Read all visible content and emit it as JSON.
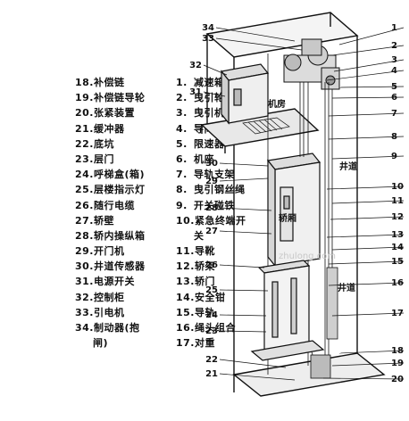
{
  "legend": {
    "left": [
      {
        "num": "18.",
        "text": "补偿链"
      },
      {
        "num": "19.",
        "text": "补偿链导轮"
      },
      {
        "num": "20.",
        "text": "张紧装置"
      },
      {
        "num": "21.",
        "text": "缓冲器"
      },
      {
        "num": "22.",
        "text": "底坑"
      },
      {
        "num": "23.",
        "text": "层门"
      },
      {
        "num": "24.",
        "text": "呼梯盒(箱)"
      },
      {
        "num": "25.",
        "text": "层楼指示灯"
      },
      {
        "num": "26.",
        "text": "随行电缆"
      },
      {
        "num": "27.",
        "text": "轿壁"
      },
      {
        "num": "28.",
        "text": "轿内操纵箱"
      },
      {
        "num": "29.",
        "text": "开门机"
      },
      {
        "num": "30.",
        "text": "井道传感器"
      },
      {
        "num": "31.",
        "text": "电源开关"
      },
      {
        "num": "32.",
        "text": "控制柜"
      },
      {
        "num": "33.",
        "text": "引电机"
      },
      {
        "num": "34.",
        "text": "制动器(抱"
      },
      {
        "num": "",
        "text": "闸)"
      }
    ],
    "right": [
      {
        "num": "1.",
        "text": "减速箱"
      },
      {
        "num": "2.",
        "text": "曳引轮"
      },
      {
        "num": "3.",
        "text": "曳引机底座"
      },
      {
        "num": "4.",
        "text": "导向轮"
      },
      {
        "num": "5.",
        "text": "限速器"
      },
      {
        "num": "6.",
        "text": "机座"
      },
      {
        "num": "7.",
        "text": "导轨支架"
      },
      {
        "num": "8.",
        "text": "曳引钢丝绳"
      },
      {
        "num": "9.",
        "text": "开关碰铁"
      },
      {
        "num": "10.",
        "text": "紧急终端开"
      },
      {
        "num": "",
        "text": "关"
      },
      {
        "num": "11.",
        "text": "导靴"
      },
      {
        "num": "12.",
        "text": "轿架"
      },
      {
        "num": "13.",
        "text": "轿门"
      },
      {
        "num": "14.",
        "text": "安全钳"
      },
      {
        "num": "15.",
        "text": "导轨"
      },
      {
        "num": "16.",
        "text": "绳头组合"
      },
      {
        "num": "17.",
        "text": "对重"
      }
    ]
  },
  "annotations": {
    "machine_room": "机房",
    "shaft_upper": "井道",
    "shaft_lower": "井道",
    "car": "轿厢",
    "watermark": "zhulong.com"
  },
  "callouts": {
    "right": [
      "1",
      "2",
      "3",
      "4",
      "5",
      "6",
      "7",
      "8",
      "9",
      "10",
      "11",
      "12",
      "13",
      "14",
      "15",
      "16",
      "17",
      "18",
      "19",
      "20"
    ],
    "top": [
      "34",
      "33"
    ],
    "left": [
      "32",
      "31",
      "30",
      "29",
      "28",
      "27",
      "26",
      "25",
      "24",
      "23",
      "22",
      "21"
    ]
  }
}
